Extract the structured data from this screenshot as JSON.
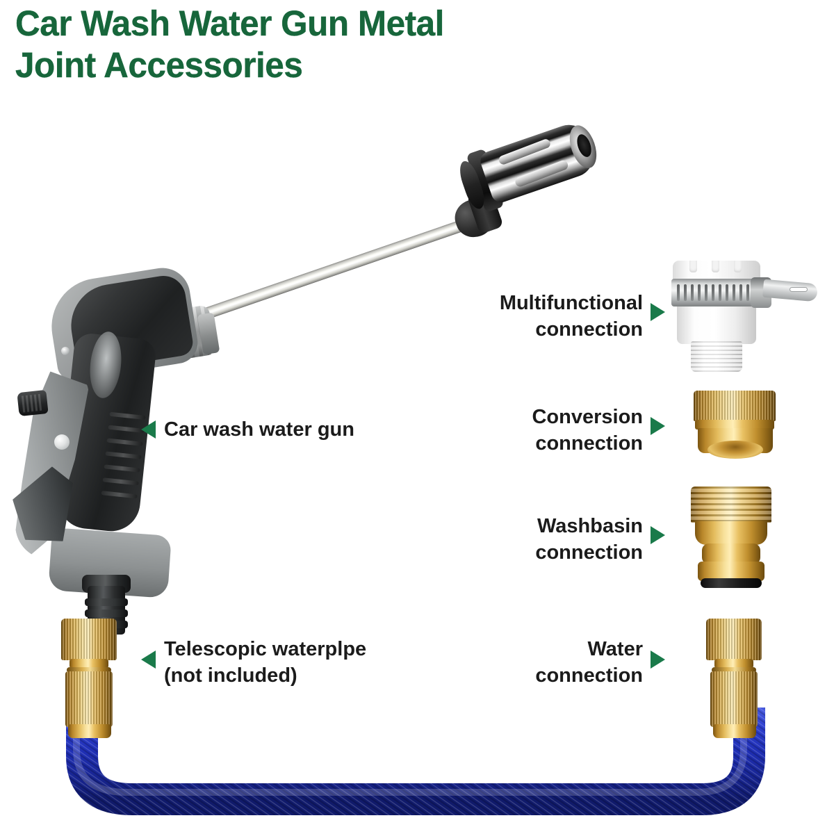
{
  "page": {
    "background_color": "#ffffff",
    "title_color": "#17663b",
    "arrow_color": "#1a7a4a",
    "label_color": "#1b1b1b"
  },
  "title": {
    "line1": "Car Wash Water Gun Metal",
    "line2": "Joint Accessories"
  },
  "callouts": [
    {
      "id": "car-wash-water-gun",
      "label": "Car wash water gun",
      "arrow": "left-triangle",
      "arrow_direction": "left",
      "side": "left"
    },
    {
      "id": "telescopic-waterpipe",
      "label": "Telescopic waterplpe\n(not included)",
      "arrow": "left-triangle",
      "arrow_direction": "left",
      "side": "left"
    },
    {
      "id": "multifunctional-connection",
      "label": "Multifunctional\nconnection",
      "arrow": "right-triangle",
      "arrow_direction": "right",
      "side": "right"
    },
    {
      "id": "conversion-connection",
      "label": "Conversion\nconnection",
      "arrow": "right-triangle",
      "arrow_direction": "right",
      "side": "right"
    },
    {
      "id": "washbasin-connection",
      "label": "Washbasin\nconnection",
      "arrow": "right-triangle",
      "arrow_direction": "right",
      "side": "right"
    },
    {
      "id": "water-connection",
      "label": "Water\nconnection",
      "arrow": "right-triangle",
      "arrow_direction": "right",
      "side": "right"
    }
  ],
  "products": {
    "water_gun": {
      "name": "car-wash-water-gun",
      "body_color": "#8d9192",
      "grip_color": "#222425",
      "lance_color": "#e8e8e2",
      "nozzle_color": "#1a1a1a",
      "connector_color": "#1a1b1c"
    },
    "multifunctional_connection": {
      "name": "multifunctional-connection",
      "plastic_color": "#ffffff",
      "clamp_color": "#c8cbcb"
    },
    "conversion_connection": {
      "name": "conversion-connection",
      "metal_color": "#e3bb5c"
    },
    "washbasin_connection": {
      "name": "washbasin-connection",
      "metal_color": "#e3bb5c",
      "washer_color": "#121212"
    },
    "telescopic_hose": {
      "name": "telescopic-waterpipe",
      "hose_color": "#1f2fb5",
      "fitting_color": "#e3bb5c"
    }
  }
}
